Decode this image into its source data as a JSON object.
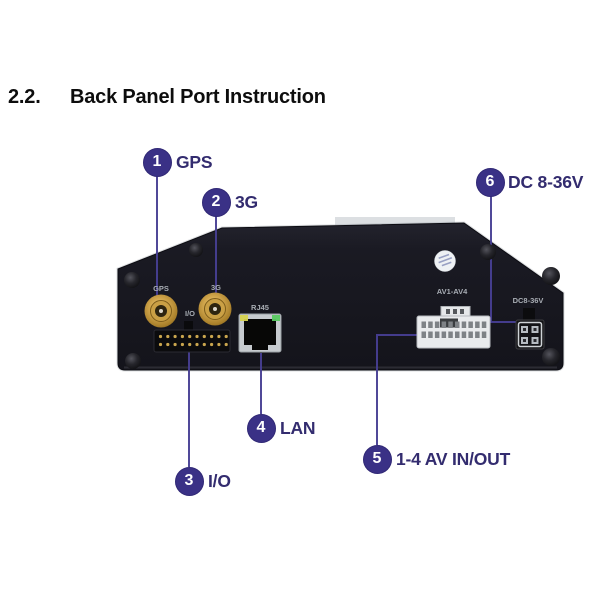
{
  "heading": {
    "number": "2.2.",
    "title": "Back Panel Port Instruction"
  },
  "callouts": [
    {
      "number": "1",
      "label": "GPS"
    },
    {
      "number": "2",
      "label": "3G"
    },
    {
      "number": "3",
      "label": "I/O"
    },
    {
      "number": "4",
      "label": "LAN"
    },
    {
      "number": "5",
      "label": "1-4 AV IN/OUT"
    },
    {
      "number": "6",
      "label": "DC 8-36V"
    }
  ],
  "panel": {
    "labels": {
      "gps": "GPS",
      "antenna_3g": "3G",
      "io": "I/O",
      "rj45": "RJ45",
      "av": "AV1-AV4",
      "dc": "DC8-36V"
    }
  },
  "colors": {
    "callout_circle": "#3a3186",
    "callout_text": "#332c6f",
    "callout_line": "#473f93",
    "panel_body": "#16161e",
    "silkscreen_text": "#a8adb4",
    "sma_gold": "#c79b42",
    "rj45_led_left": "#d6d24e",
    "rj45_led_right": "#57c95f"
  }
}
